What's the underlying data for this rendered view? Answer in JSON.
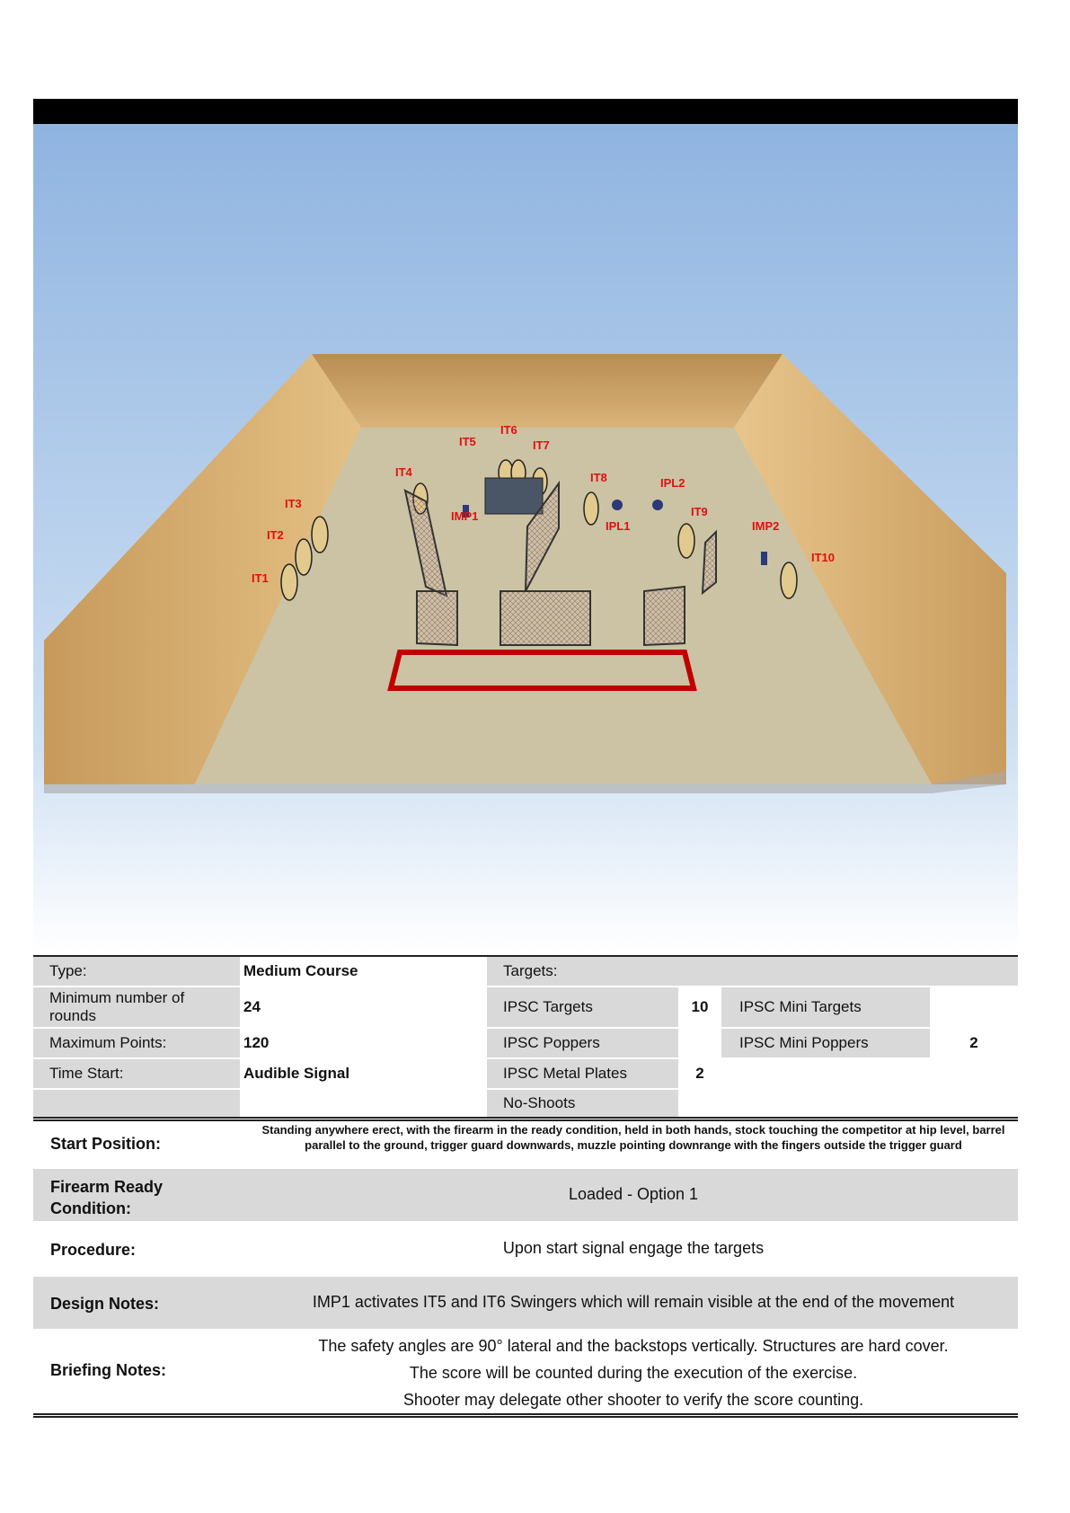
{
  "stage": {
    "title": "",
    "target_labels": [
      "IT1",
      "IT2",
      "IT3",
      "IT4",
      "IT5",
      "IT6",
      "IT7",
      "IT8",
      "IT9",
      "IT10",
      "IMP1",
      "IMP2",
      "IPL1",
      "IPL2"
    ]
  },
  "info": {
    "type_label": "Type:",
    "type_value": "Medium Course",
    "min_rounds_label": "Minimum number of rounds",
    "min_rounds_value": "24",
    "max_points_label": "Maximum Points:",
    "max_points_value": "120",
    "time_start_label": "Time Start:",
    "time_start_value": "Audible Signal",
    "targets_header": "Targets:",
    "targets": {
      "ipsc_targets": {
        "label": "IPSC Targets",
        "count": "10"
      },
      "ipsc_poppers": {
        "label": "IPSC Poppers",
        "count": ""
      },
      "ipsc_metal_plates": {
        "label": "IPSC Metal Plates",
        "count": "2"
      },
      "no_shoots": {
        "label": "No-Shoots",
        "count": ""
      },
      "ipsc_mini_targets": {
        "label": "IPSC Mini Targets",
        "count": ""
      },
      "ipsc_mini_poppers": {
        "label": "IPSC Mini Poppers",
        "count": "2"
      }
    }
  },
  "details": {
    "start_position_label": "Start Position:",
    "start_position_value": "Standing anywhere erect, with the firearm in the ready condition, held in both hands, stock touching the competitor at hip level, barrel parallel to the ground, trigger guard downwards, muzzle pointing downrange with the fingers outside the trigger guard",
    "ready_condition_label": "Firearm Ready Condition:",
    "ready_condition_value": "Loaded - Option 1",
    "procedure_label": "Procedure:",
    "procedure_value": "Upon start signal engage the targets",
    "design_notes_label": "Design Notes:",
    "design_notes_value": "IMP1 activates IT5 and IT6 Swingers which will remain visible at the end of the movement",
    "briefing_notes_label": "Briefing Notes:",
    "briefing_notes_lines": [
      "The safety angles are 90° lateral and the backstops vertically. Structures are hard cover.",
      "The score will be counted during the execution of the exercise.",
      "Shooter may delegate other shooter to verify the score counting."
    ]
  }
}
